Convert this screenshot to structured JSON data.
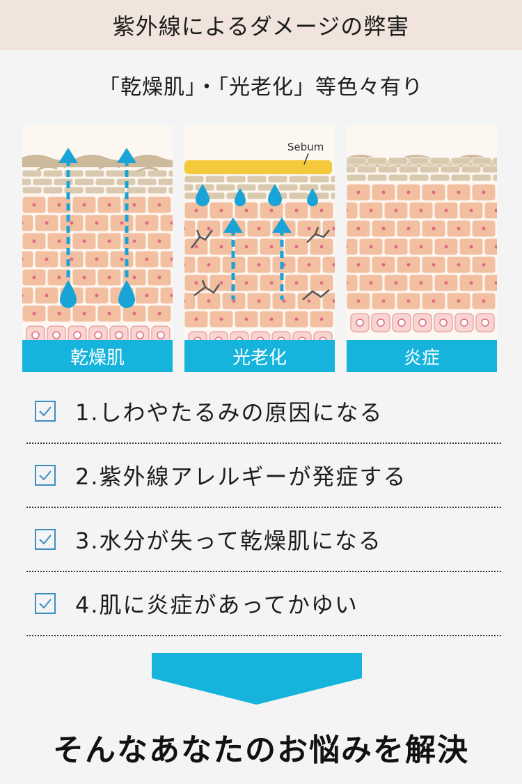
{
  "header": {
    "title": "紫外線によるダメージの弊害"
  },
  "subtitle": "「乾燥肌」・「光老化」等色々有り",
  "panels": [
    {
      "label": "乾燥肌"
    },
    {
      "label": "光老化",
      "annotation": "Sebum"
    },
    {
      "label": "炎症"
    }
  ],
  "checklist": [
    "1.しわやたるみの原因になる",
    "2.紫外線アレルギーが発症する",
    "3.水分が失って乾燥肌になる",
    "4.肌に炎症があってかゆい"
  ],
  "bottom_text": "そんなあなたのお悩みを解決",
  "colors": {
    "accent": "#16b4dc",
    "header_bg": "#f1e4dc",
    "check": "#3a8fc0",
    "sebum": "#f5c93c"
  },
  "icons": {
    "check": "check-icon",
    "arrow": "chevron-down-icon",
    "drop": "water-drop-icon",
    "crack": "crack-icon"
  }
}
